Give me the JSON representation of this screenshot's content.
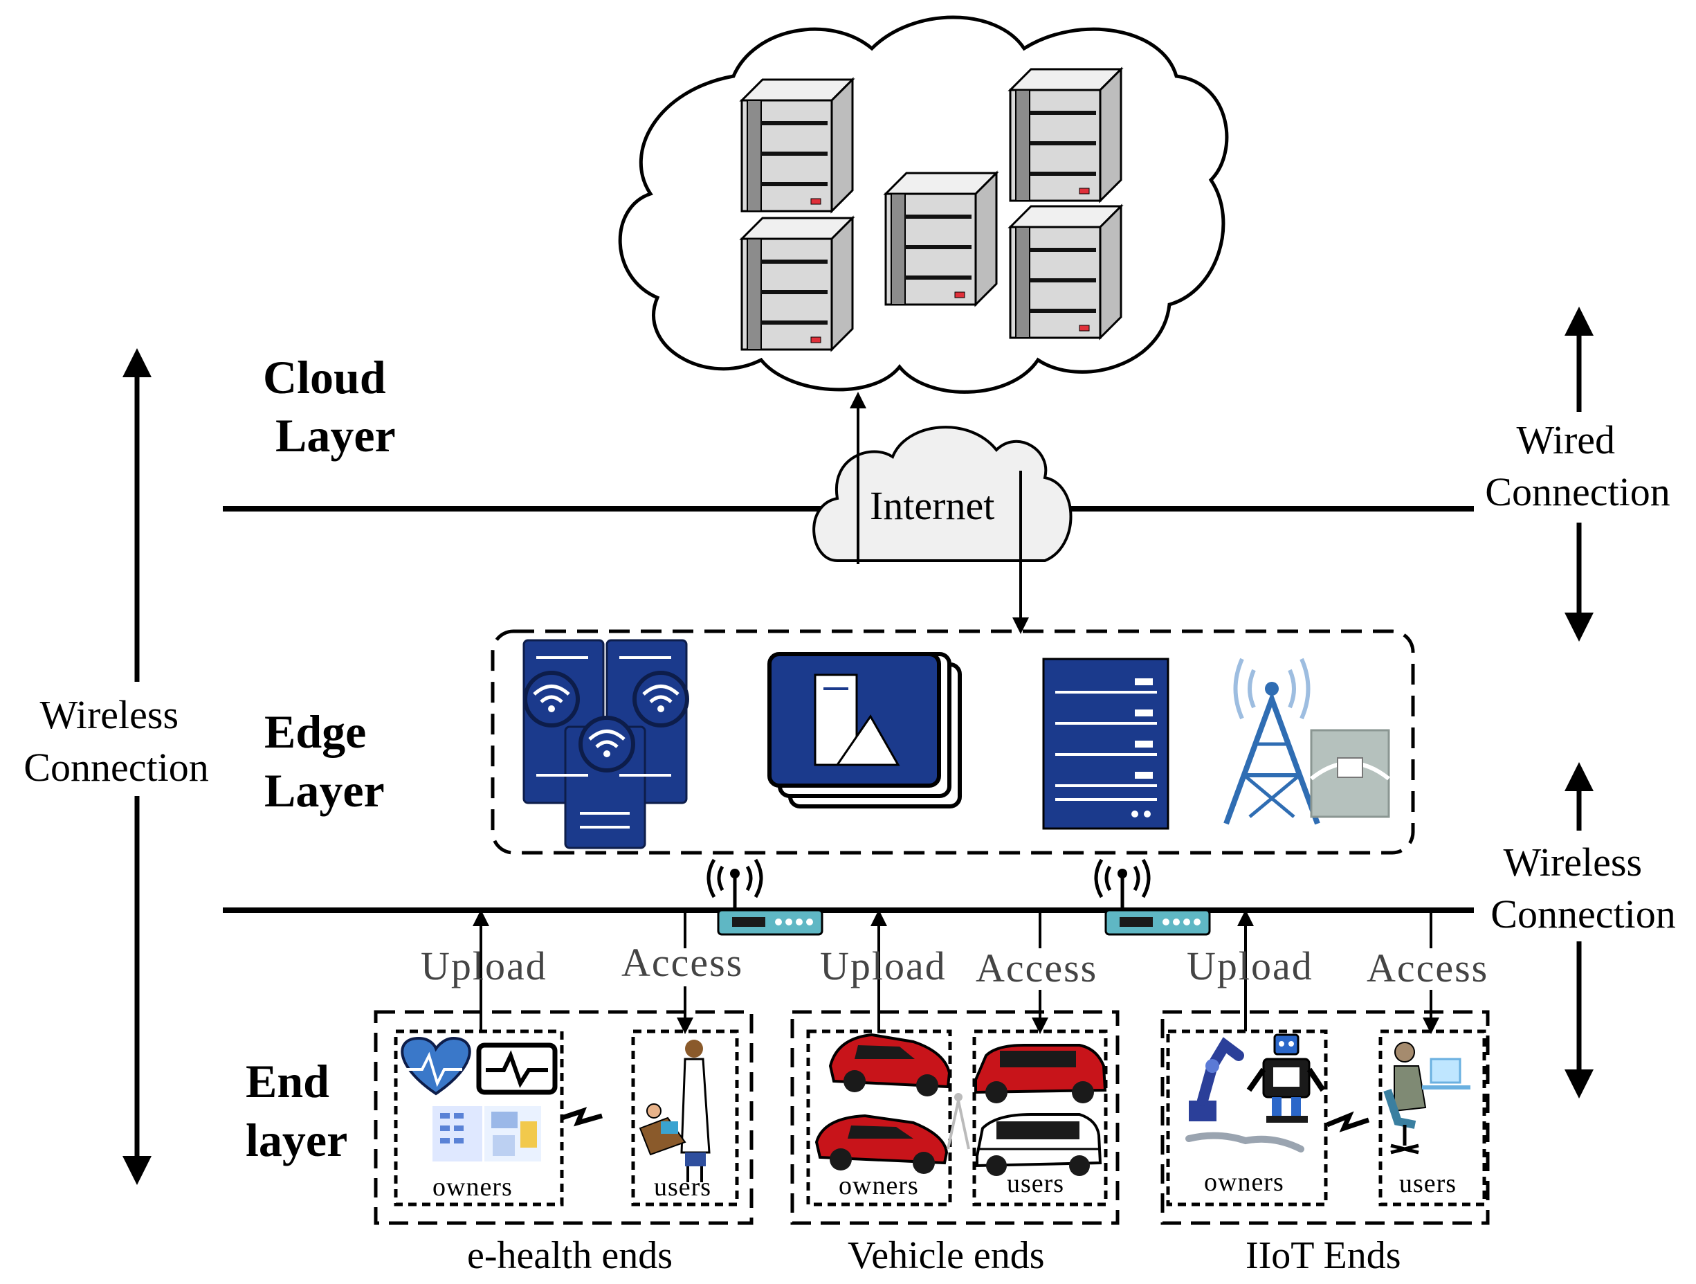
{
  "layers": {
    "cloud": [
      "Cloud",
      "Layer"
    ],
    "edge": [
      "Edge",
      "Layer"
    ],
    "end": [
      "End",
      "layer"
    ]
  },
  "side_labels": {
    "left_wireless": [
      "Wireless",
      "Connection"
    ],
    "right_wired": [
      "Wired",
      "Connection"
    ],
    "right_wireless": [
      "Wireless",
      "Connection"
    ]
  },
  "internet_label": "Internet",
  "flows": {
    "ehealth": {
      "upload": "Upload",
      "access": "Access"
    },
    "vehicle": {
      "upload": "Upload",
      "access": "Access"
    },
    "iiot": {
      "upload": "Upload",
      "access": "Access"
    }
  },
  "groups": {
    "ehealth": {
      "name": "e-health ends",
      "owners": "owners",
      "users": "users"
    },
    "vehicle": {
      "name": "Vehicle ends",
      "owners": "owners",
      "users": "users"
    },
    "iiot": {
      "name": "IIoT Ends",
      "owners": "owners",
      "users": "users"
    }
  },
  "icons": {
    "cloud_servers": [
      "server-rack-icon",
      "server-rack-icon",
      "server-rack-icon",
      "server-rack-icon",
      "server-rack-icon"
    ],
    "edge_devices": [
      "wifi-servers-icon",
      "file-server-icon",
      "rack-server-icon",
      "cell-tower-icon"
    ],
    "routers": [
      "wireless-router-icon",
      "wireless-router-icon"
    ]
  },
  "colors": {
    "edge_blue": "#1b3a8c",
    "server_gray": "#d6d6d6",
    "tower_blue": "#2f6db3",
    "car_red": "#c8141a",
    "router_teal": "#5fb7c4"
  }
}
